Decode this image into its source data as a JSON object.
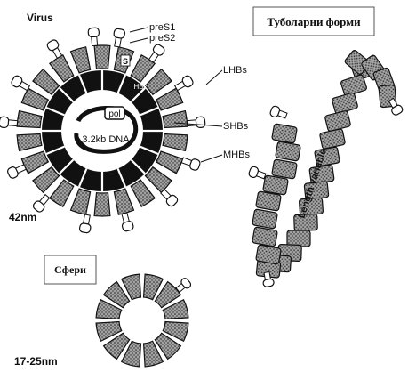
{
  "labels": {
    "virus": "Virus",
    "pres1": "preS1",
    "pres2": "preS2",
    "s": "S",
    "lhbs": "LHBs",
    "shbs": "SHBs",
    "mhbs": "MHBs",
    "hbx": "HBx",
    "pol": "pol",
    "dna": "3.2kb DNA",
    "size_virus": "42nm",
    "size_sphere": "17-25nm",
    "length": "Length variable",
    "tubular": "Туболарни форми",
    "spheres": "Сфери"
  },
  "colors": {
    "subunit_fill": "#8a8a8a",
    "capsid": "#111111",
    "background": "#ffffff"
  }
}
